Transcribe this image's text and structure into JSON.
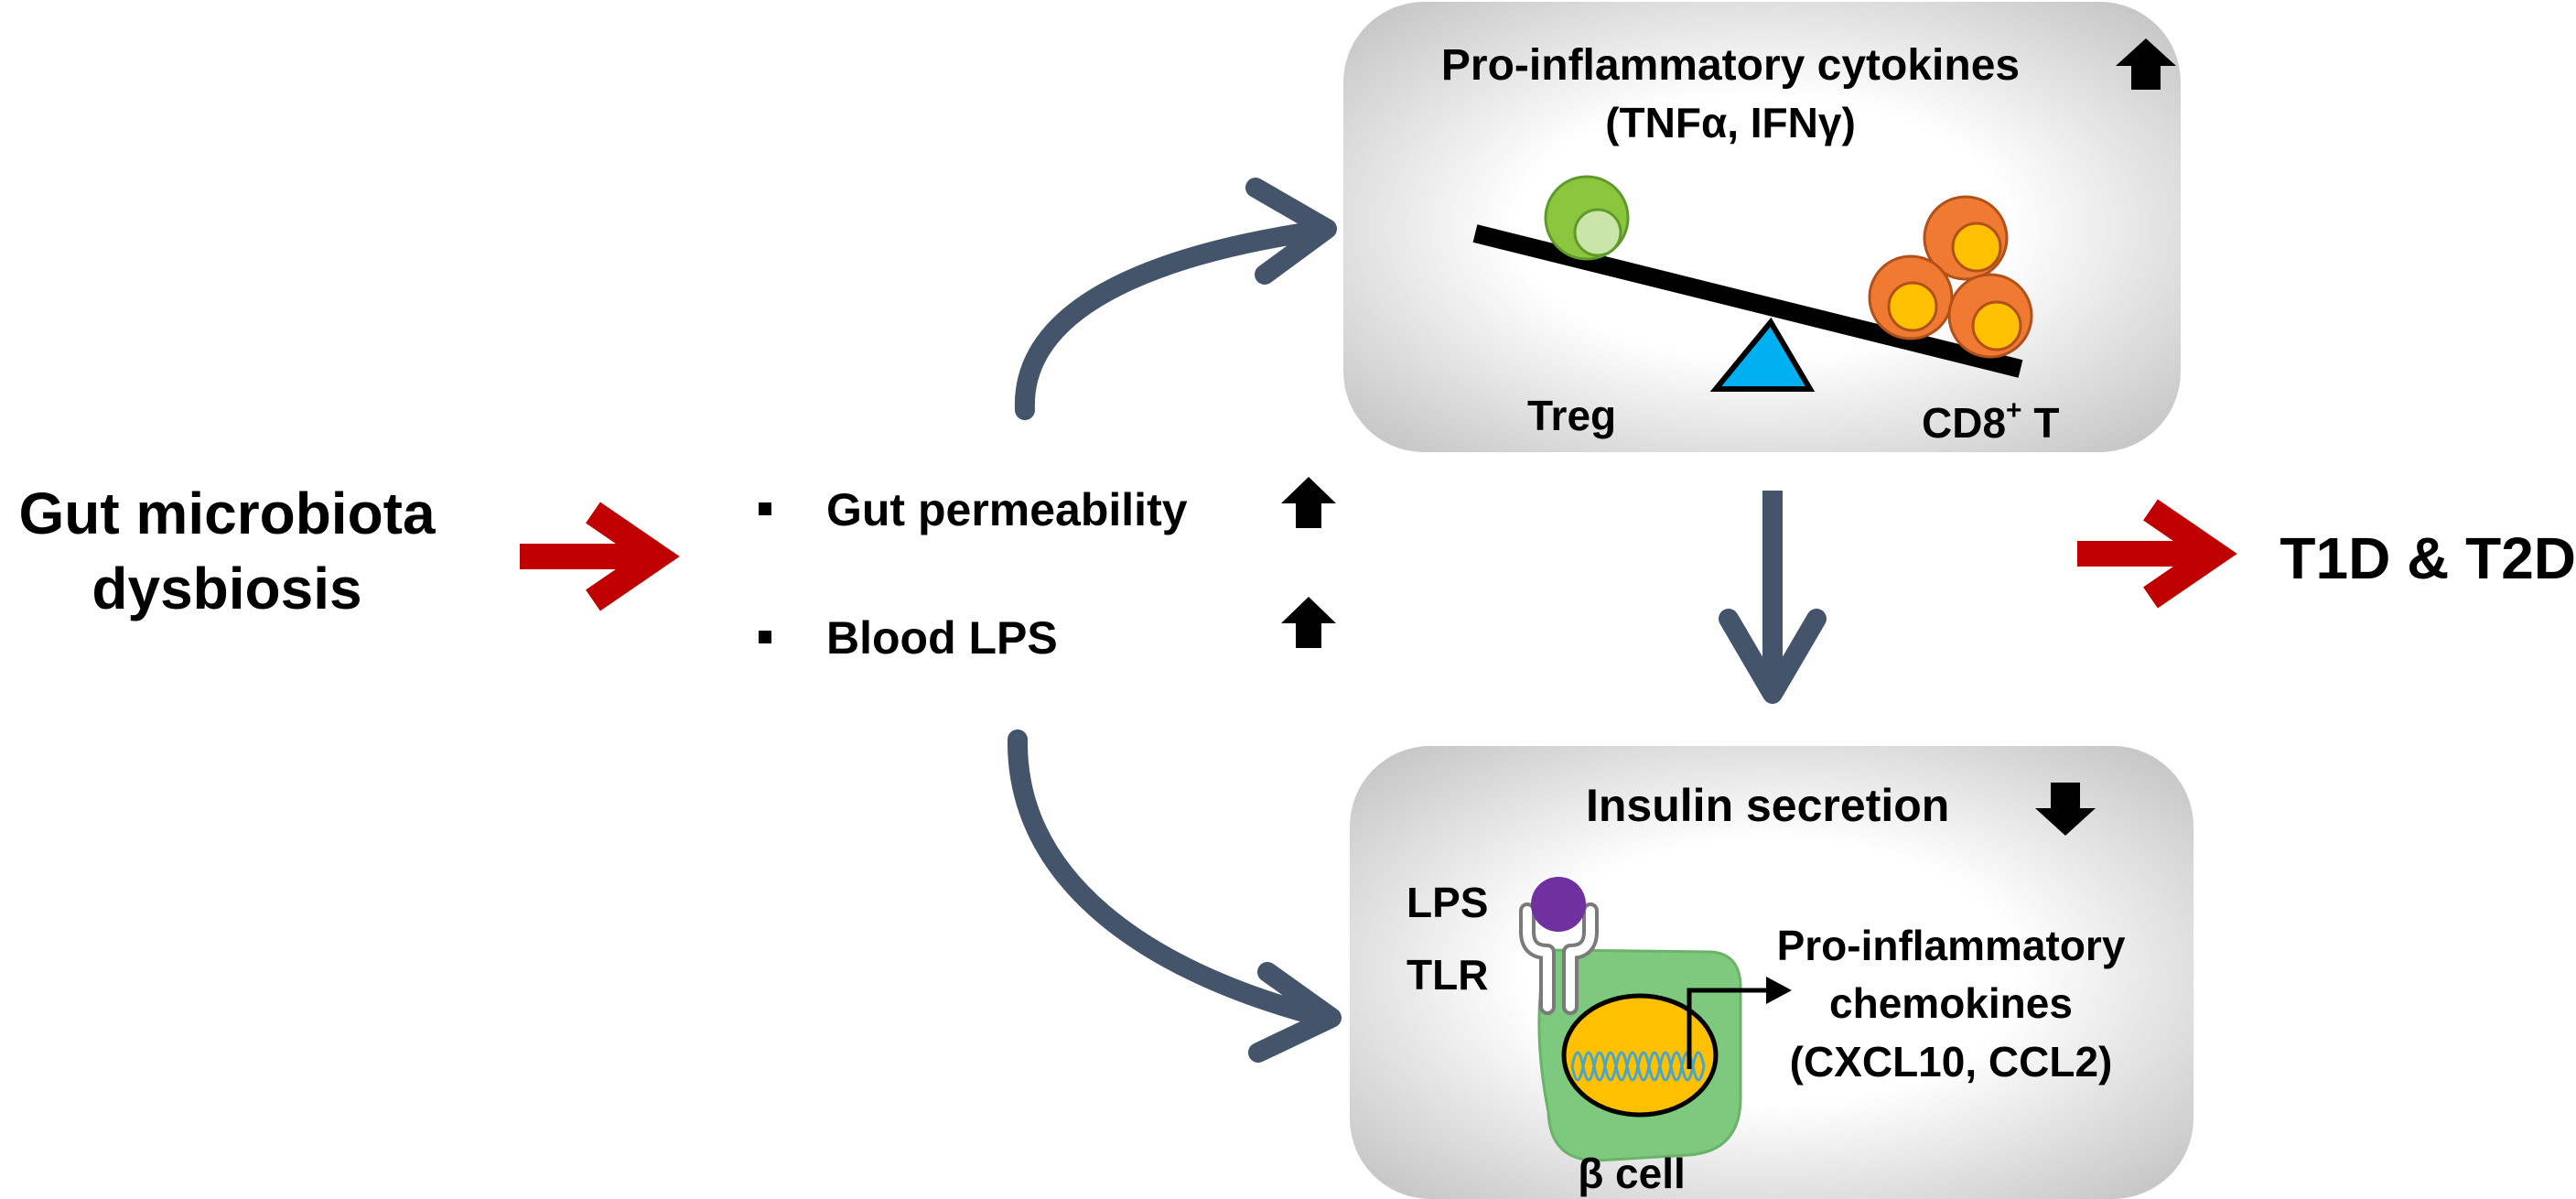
{
  "source": {
    "line1": "Gut microbiota",
    "line2": "dysbiosis"
  },
  "effects": {
    "items": [
      {
        "label": "Gut permeability",
        "trend": "up"
      },
      {
        "label": "Blood LPS",
        "trend": "up"
      }
    ]
  },
  "cytokine_panel": {
    "title": "Pro-inflammatory cytokines",
    "title_trend": "up",
    "subtitle": "(TNFα, IFNγ)",
    "left_label": "Treg",
    "right_label_main": "CD8",
    "right_label_sup": "+",
    "right_label_tail": " T"
  },
  "insulin_panel": {
    "title": "Insulin secretion",
    "title_trend": "down",
    "lps_label": "LPS",
    "tlr_label": "TLR",
    "chemokine_line1": "Pro-inflammatory",
    "chemokine_line2": "chemokines",
    "chemokine_line3": "(CXCL10, CCL2)",
    "cell_label": "β cell"
  },
  "outcome": {
    "label": "T1D & T2D"
  },
  "colors": {
    "flow_arrow": "#44556b",
    "red_arrow": "#c00000",
    "panel_edge": "#c8c8c8",
    "panel_center": "#ffffff",
    "treg_outer": "#8cc63f",
    "treg_inner": "#c9e6a8",
    "cd8_outer": "#f07a32",
    "cd8_inner": "#ffc000",
    "fulcrum": "#00b0f0",
    "lps_molecule": "#7030a0",
    "beta_cell": "#7dc97d",
    "nucleus": "#ffc000",
    "dna": "#4aa6c9"
  }
}
